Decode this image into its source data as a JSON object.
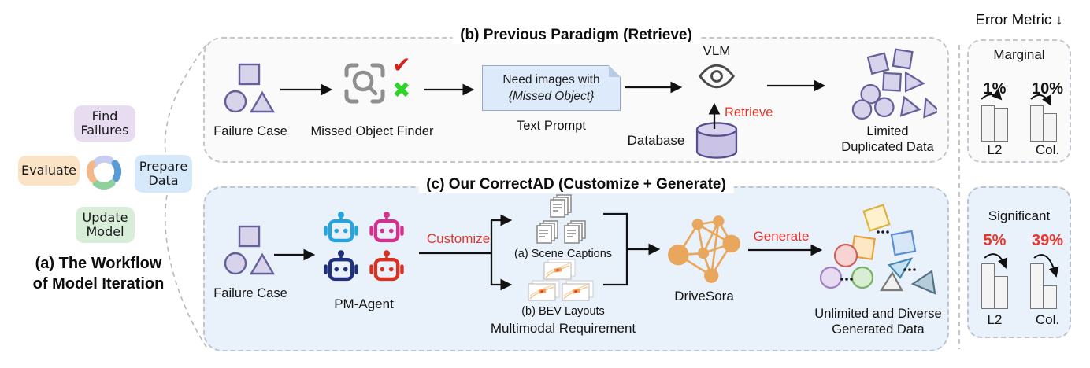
{
  "panel_a": {
    "find_failures": "Find\nFailures",
    "evaluate": "Evaluate",
    "prepare_data": "Prepare\nData",
    "update_model": "Update\nModel",
    "caption": "(a) The Workflow\nof Model Iteration"
  },
  "panel_b": {
    "title": "(b) Previous Paradigm (Retrieve)",
    "failure_case": "Failure Case",
    "finder": "Missed Object Finder",
    "check_mark": "✔",
    "cross_mark": "✖",
    "prompt_line1": "Need images with",
    "prompt_line2": "{Missed Object}",
    "prompt_caption": "Text Prompt",
    "vlm": "VLM",
    "retrieve": "Retrieve",
    "database": "Database",
    "output": "Limited\nDuplicated Data"
  },
  "panel_c": {
    "title": "(c) Our CorrectAD (Customize + Generate)",
    "failure_case": "Failure Case",
    "agent": "PM-Agent",
    "customize": "Customize",
    "scene_captions": "(a) Scene Captions",
    "bev_layouts": "(b) BEV Layouts",
    "multimodal": "Multimodal Requirement",
    "drivesora": "DriveSora",
    "generate": "Generate",
    "output": "Unlimited and Diverse\nGenerated Data"
  },
  "metrics": {
    "header": "Error Metric ↓",
    "marginal": {
      "title": "Marginal",
      "items": [
        {
          "value": "1%",
          "metric": "L2",
          "bar_before": 1.0,
          "bar_after": 0.93
        },
        {
          "value": "10%",
          "metric": "Col.",
          "bar_before": 1.0,
          "bar_after": 0.78
        }
      ]
    },
    "significant": {
      "title": "Significant",
      "items": [
        {
          "value": "5%",
          "metric": "L2",
          "bar_before": 1.0,
          "bar_after": 0.72
        },
        {
          "value": "39%",
          "metric": "Col.",
          "bar_before": 1.0,
          "bar_after": 0.52
        }
      ]
    }
  },
  "colors": {
    "accent_red": "#e8352c",
    "panel_b_bg": "#fafafa",
    "panel_c_bg": "#e9f1fb",
    "shape_purple_fill": "#d6d3ea",
    "shape_purple_stroke": "#655f9a",
    "robot_cyan": "#23a6df",
    "robot_magenta": "#d6308f",
    "robot_navy": "#20307f",
    "robot_red": "#d93020",
    "drivesora_orange": "#e9a75e",
    "check_red": "#d6201a",
    "cross_green": "#2fd32a",
    "step_find_failures_bg": "#e7dcf0",
    "step_evaluate_bg": "#fbe4c5",
    "step_prepare_data_bg": "#d6e9fa",
    "step_update_model_bg": "#d9eed8"
  }
}
